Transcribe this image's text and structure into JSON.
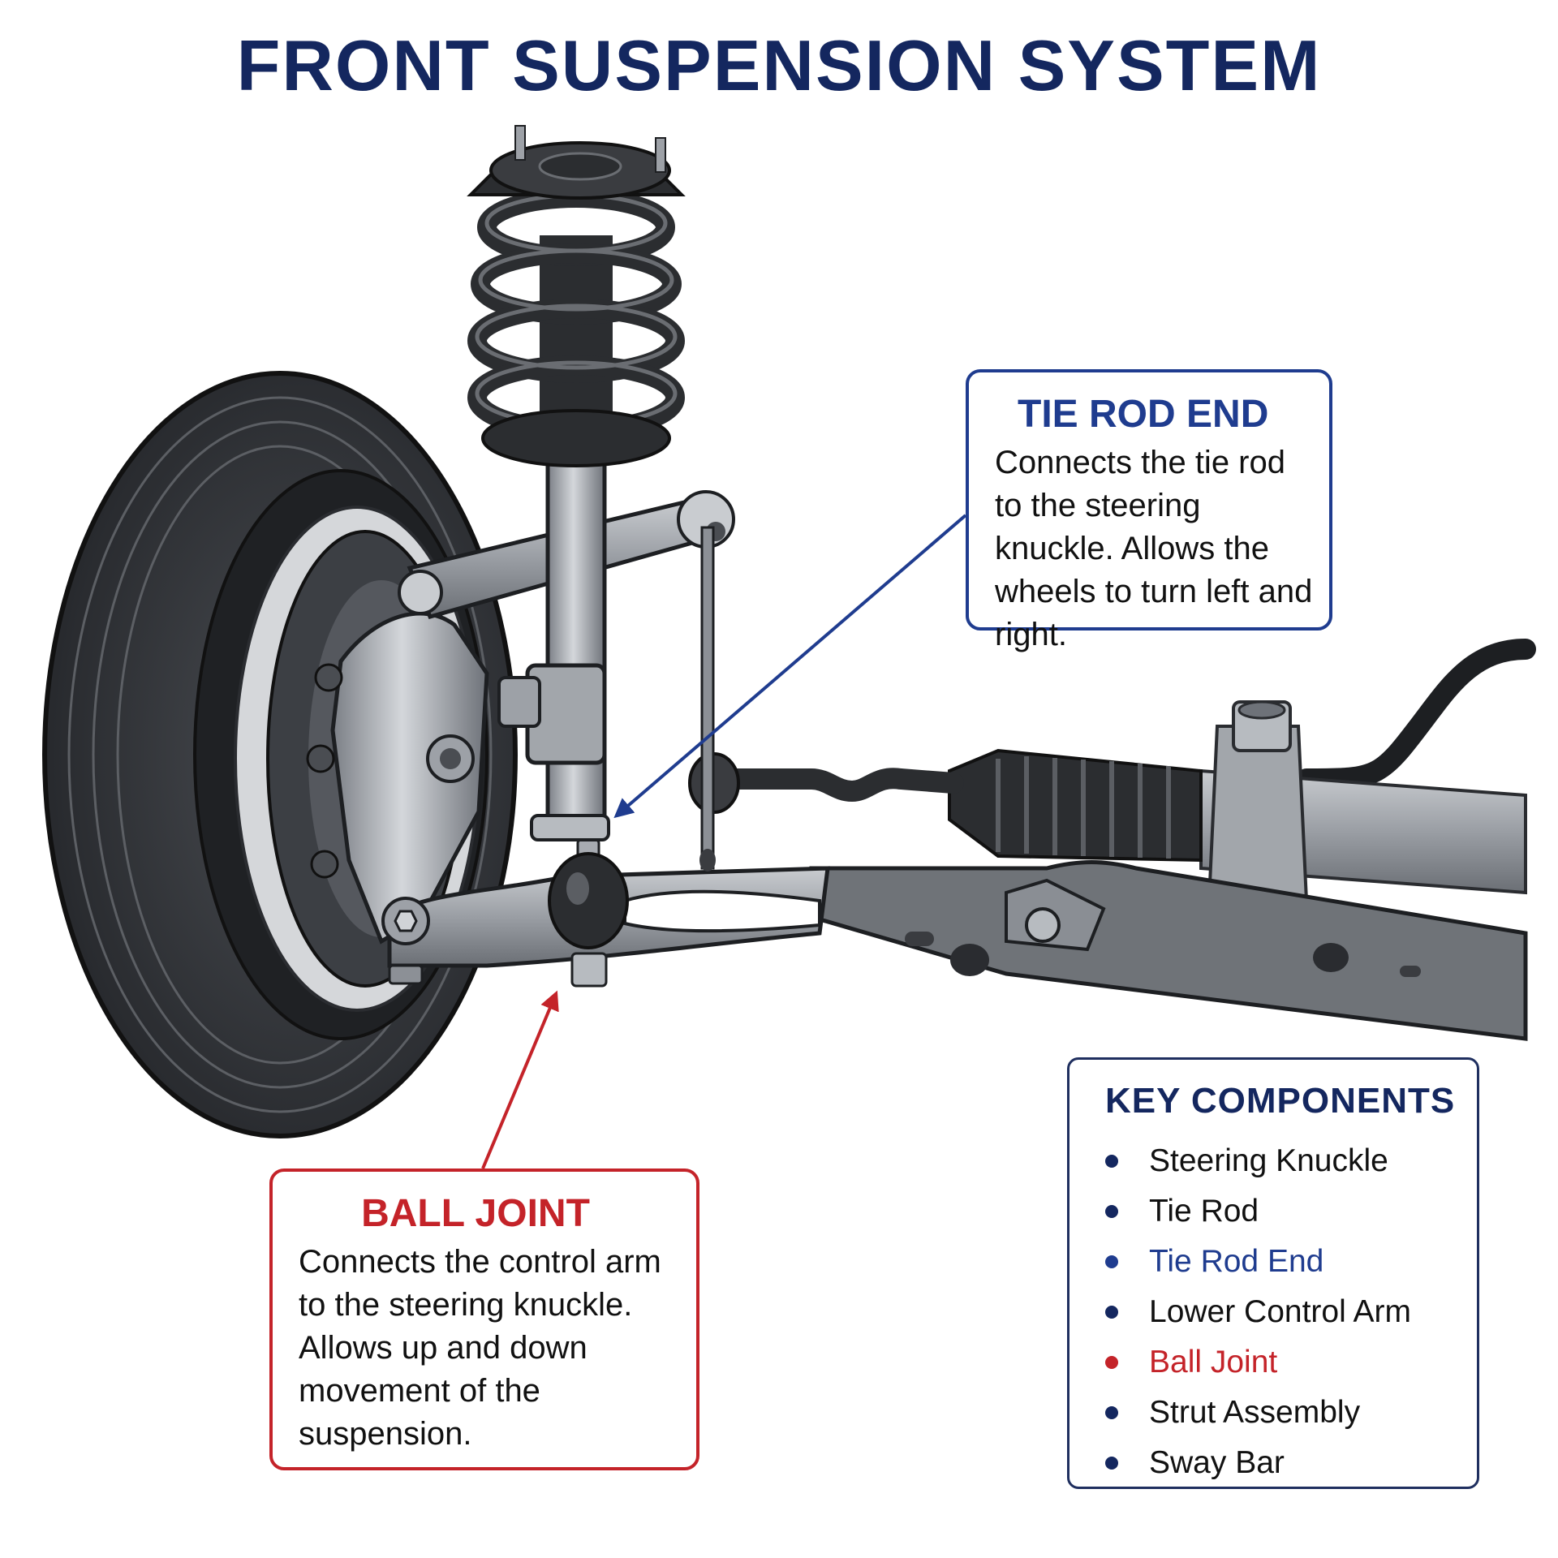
{
  "title": "FRONT SUSPENSION SYSTEM",
  "colors": {
    "title": "#14275f",
    "tie_rod_accent": "#1f3c8f",
    "ball_joint_accent": "#c42329",
    "metal": "#a7abb1",
    "rubber": "#2b2d30"
  },
  "callouts": {
    "tie_rod_end": {
      "title": "TIE ROD END",
      "text": "Connects the tie rod to the steering knuckle. Allows the wheels to turn left and right."
    },
    "ball_joint": {
      "title": "BALL JOINT",
      "text": "Connects the control arm to the steering knuckle. Allows up and down movement of the suspension."
    }
  },
  "key_components": {
    "title": "KEY COMPONENTS",
    "items": [
      {
        "label": "Steering Knuckle",
        "color": "#111111",
        "dot": "#14275f"
      },
      {
        "label": "Tie Rod",
        "color": "#111111",
        "dot": "#14275f"
      },
      {
        "label": "Tie Rod End",
        "color": "#1f3c8f",
        "dot": "#1f3c8f"
      },
      {
        "label": "Lower Control Arm",
        "color": "#111111",
        "dot": "#14275f"
      },
      {
        "label": "Ball Joint",
        "color": "#c42329",
        "dot": "#c42329"
      },
      {
        "label": "Strut Assembly",
        "color": "#111111",
        "dot": "#14275f"
      },
      {
        "label": "Sway Bar",
        "color": "#111111",
        "dot": "#14275f"
      }
    ]
  }
}
